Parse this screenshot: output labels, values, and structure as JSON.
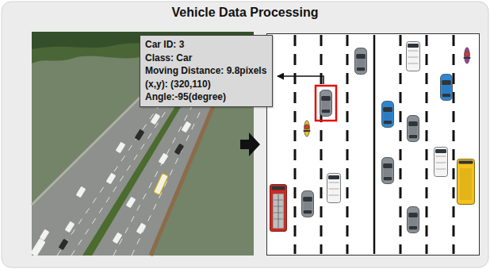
{
  "diagram": {
    "title": "Vehicle Data Processing",
    "nodes": [
      {
        "text": [
          "Car ID: 3",
          "Class: Car",
          "Moving Distance: 9.8pixels",
          "(x,y): (320,110)",
          "Angle:-95(degree)"
        ]
      }
    ]
  }
}
